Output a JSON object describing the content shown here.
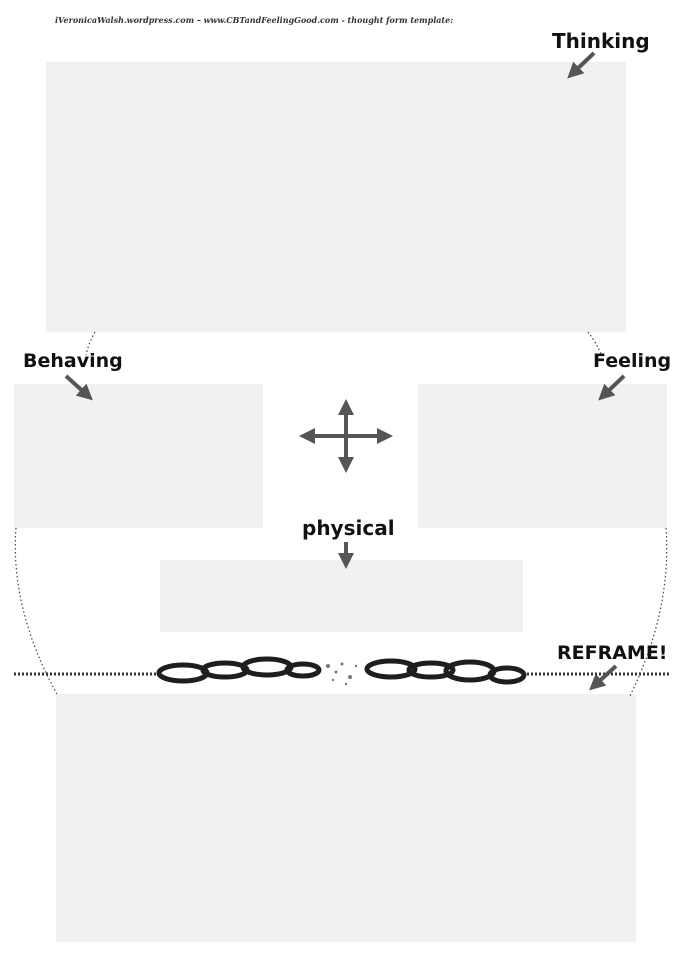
{
  "header": {
    "text": "iVeronicaWalsh.wordpress.com – www.CBTandFeelingGood.com - thought form template:"
  },
  "labels": {
    "thinking": "Thinking",
    "behaving": "Behaving",
    "feeling": "Feeling",
    "physical": "physical",
    "reframe": "REFRAME!"
  },
  "icons": {
    "center": "four-way-arrow-icon",
    "divider": "broken-chain-icon",
    "pointer": "arrow-icon"
  },
  "colors": {
    "box": "#f1f1f1",
    "arrow": "#555555",
    "chain": "#1e1e1e"
  }
}
